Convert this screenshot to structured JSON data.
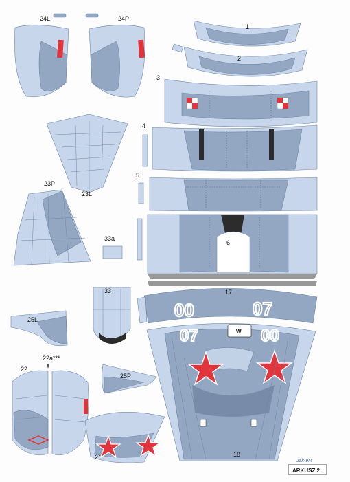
{
  "sheet": {
    "title": "ARKUSZ 2",
    "subtitle": "Jak-9M"
  },
  "parts": {
    "p1": "1",
    "p2": "2",
    "p3": "3",
    "p4": "4",
    "p5": "5",
    "p6": "6",
    "p17": "17",
    "p18": "18",
    "p21": "21",
    "p22": "22",
    "p22a": "22a***",
    "p23l": "23L",
    "p23p": "23P",
    "p24l": "24L",
    "p24p": "24P",
    "p25l": "25L",
    "p25p": "25P",
    "p33": "33",
    "p33a": "33a"
  },
  "markings": {
    "tactical_number": "00",
    "tactical_number_alt": "07",
    "w_mark": "W"
  },
  "colors": {
    "light_blue": "#c7d6ea",
    "grey_blue": "#93a7c2",
    "dark_grey": "#6c809f",
    "star_red": "#e0353c",
    "chequer_red": "#d8323a"
  }
}
